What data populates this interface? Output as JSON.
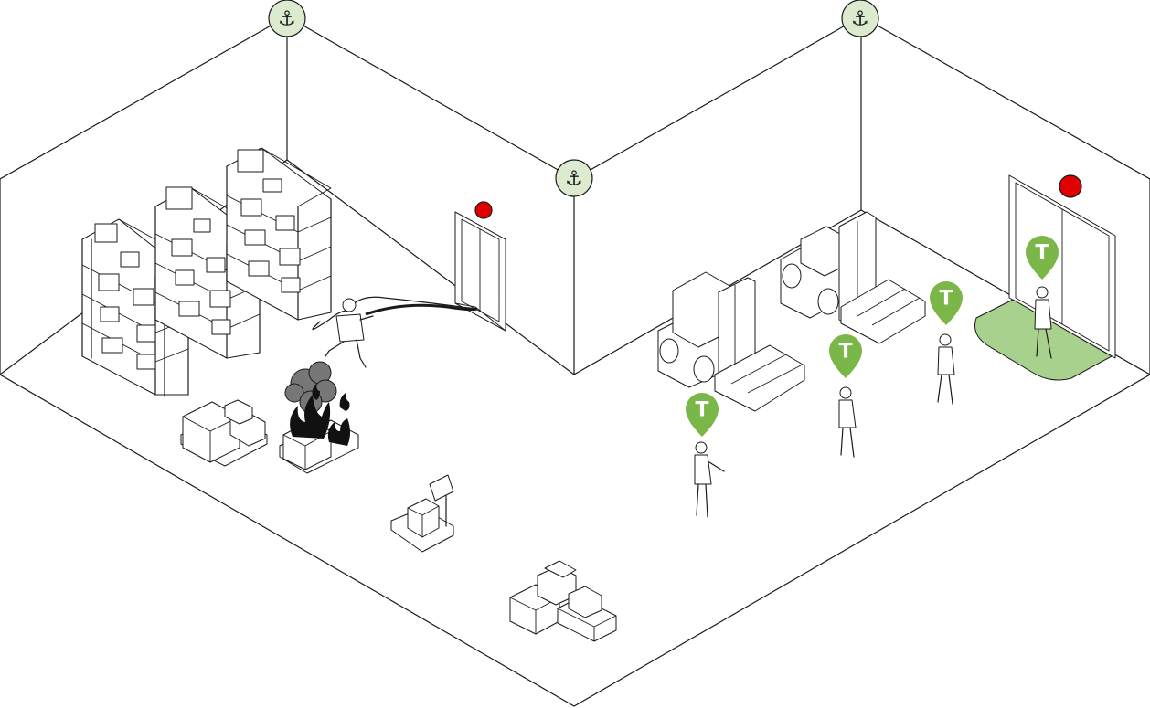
{
  "colors": {
    "line": "#1a1a1a",
    "anchor_fill": "#dcebd0",
    "tag_green": "#7ab648",
    "zone_green": "#a9d18e",
    "alarm_red": "#e00000",
    "smoke": "#777777",
    "fire": "#111111"
  },
  "icons": {
    "anchor": "⚓",
    "tag": "T"
  },
  "anchors": [
    {
      "name": "uwb-anchor-left-corner"
    },
    {
      "name": "uwb-anchor-center-corner"
    },
    {
      "name": "uwb-anchor-right-corner"
    }
  ],
  "tags": [
    {
      "name": "tag-worker-1"
    },
    {
      "name": "tag-worker-2"
    },
    {
      "name": "tag-worker-3"
    },
    {
      "name": "tag-worker-4"
    }
  ]
}
